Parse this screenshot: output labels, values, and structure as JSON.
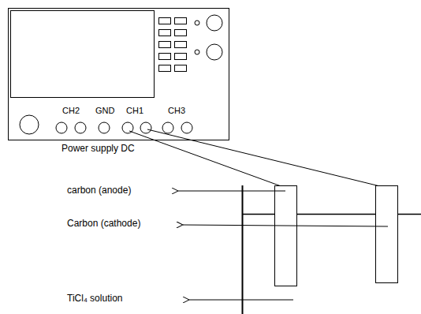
{
  "diagram": {
    "nodes": [
      {
        "text": [
          "CH2",
          "GND",
          "CH1",
          "CH3",
          "Power supply DC"
        ]
      }
    ],
    "labels": [
      "carbon (anode)",
      "Carbon (cathode)",
      "TiCl₄ solution"
    ]
  }
}
